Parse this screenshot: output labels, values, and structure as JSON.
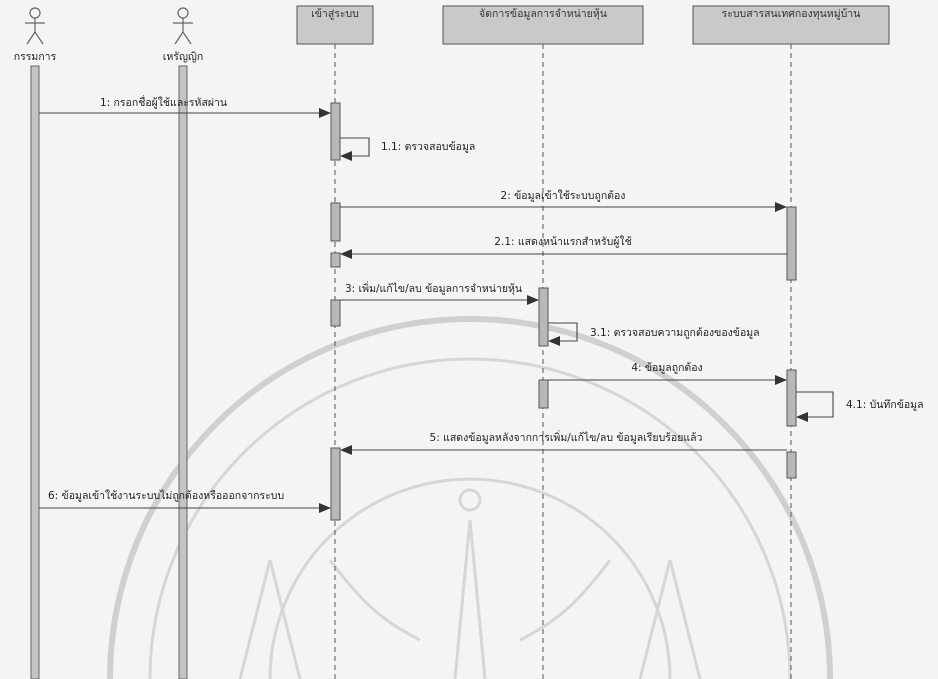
{
  "actors": [
    {
      "id": "committee",
      "label": "กรรมการ"
    },
    {
      "id": "treasurer",
      "label": "เหรัญญิก"
    }
  ],
  "objects": [
    {
      "id": "login",
      "label": "เข้าสู่ระบบ"
    },
    {
      "id": "manage",
      "label": "จัดการข้อมูลการจำหน่ายหุ้น"
    },
    {
      "id": "system",
      "label": "ระบบสารสนเทศกองทุนหมู่บ้าน"
    }
  ],
  "messages": [
    {
      "id": "m1",
      "label": "1: กรอกชื่อผู้ใช้และรหัสผ่าน",
      "kind": "call"
    },
    {
      "id": "m1_1",
      "label": "1.1: ตรวจสอบข้อมูล",
      "kind": "self"
    },
    {
      "id": "m2",
      "label": "2: ข้อมูลเข้าใช้ระบบถูกต้อง",
      "kind": "call"
    },
    {
      "id": "m2_1",
      "label": "2.1: แสดงหน้าแรกสำหรับผู้ใช้",
      "kind": "return"
    },
    {
      "id": "m3",
      "label": "3: เพิ่ม/แก้ไข/ลบ ข้อมูลการจำหน่ายหุ้น",
      "kind": "call"
    },
    {
      "id": "m3_1",
      "label": "3.1: ตรวจสอบความถูกต้องของข้อมูล",
      "kind": "self"
    },
    {
      "id": "m4",
      "label": "4: ข้อมูลถูกต้อง",
      "kind": "call"
    },
    {
      "id": "m4_1",
      "label": "4.1: บันทึกข้อมูล",
      "kind": "self"
    },
    {
      "id": "m5",
      "label": "5: แสดงข้อมูลหลังจากการเพิ่ม/แก้ไข/ลบ ข้อมูลเรียบร้อยแล้ว",
      "kind": "return"
    },
    {
      "id": "m6",
      "label": "6: ข้อมูลเข้าใช้งานระบบไม่ถูกต้องหรือออกจากระบบ",
      "kind": "call"
    }
  ]
}
